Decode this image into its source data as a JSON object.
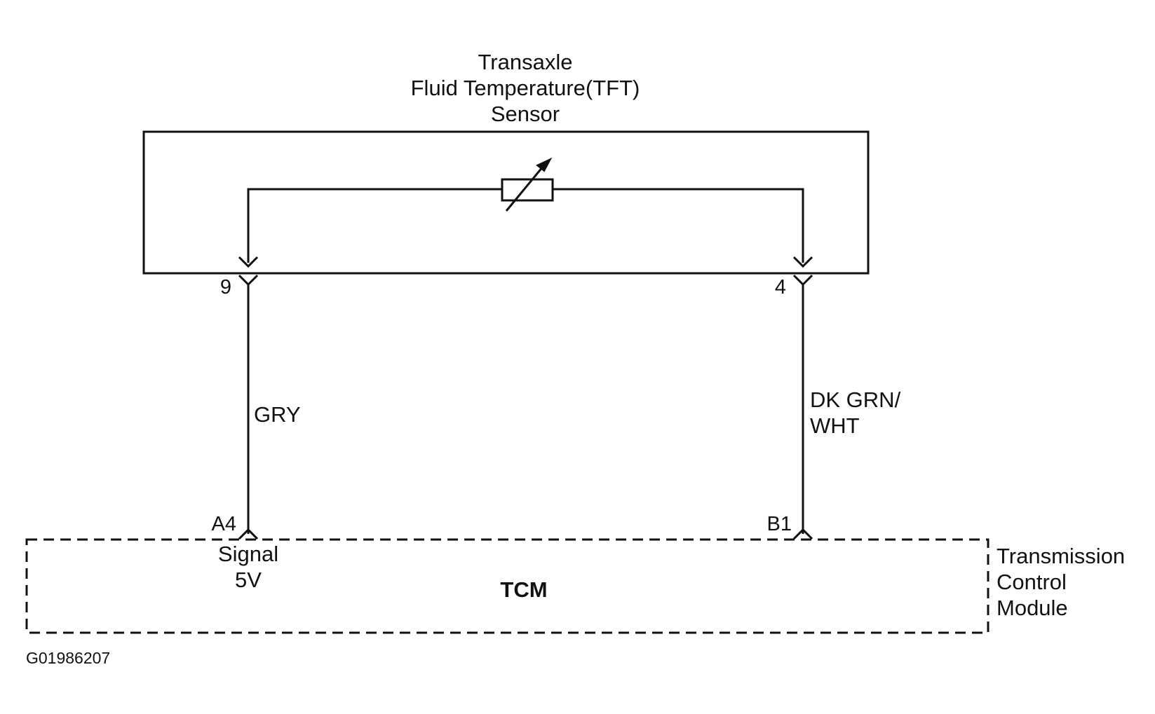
{
  "sensor": {
    "title_lines": [
      "Transaxle",
      "Fluid Temperature(TFT)",
      "Sensor"
    ]
  },
  "pins": {
    "sensor_left": "9",
    "sensor_right": "4",
    "tcm_left": "A4",
    "tcm_right": "B1"
  },
  "wires": {
    "left_color": "GRY",
    "right_color_lines": [
      "DK GRN/",
      "WHT"
    ]
  },
  "tcm": {
    "box_label": "TCM",
    "signal_lines": [
      "Signal",
      "5V"
    ],
    "side_label_lines": [
      "Transmission",
      "Control",
      "Module"
    ]
  },
  "figure_id": "G01986207"
}
